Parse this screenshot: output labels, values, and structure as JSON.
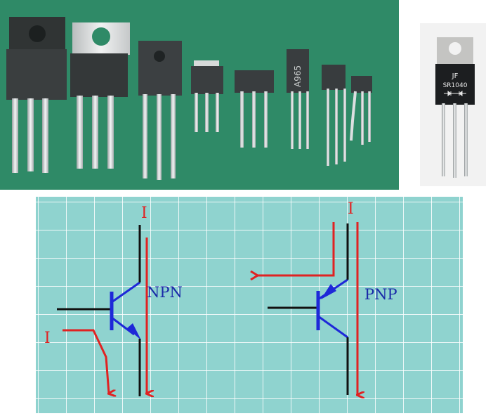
{
  "component_photo": {
    "package_markings": [
      "A965"
    ]
  },
  "side_photo": {
    "brand": "JF",
    "part_number": "SR1040"
  },
  "diagram": {
    "npn_label": "NPN",
    "pnp_label": "PNP",
    "current_symbol": "I"
  },
  "colors": {
    "photo_background": "#2f8a67",
    "grid_background": "#8fd3cf",
    "wire": "#111111",
    "transistor_symbol": "#1e28d8",
    "current_arrow": "#e02222",
    "label_text": "#1a2aa8"
  }
}
